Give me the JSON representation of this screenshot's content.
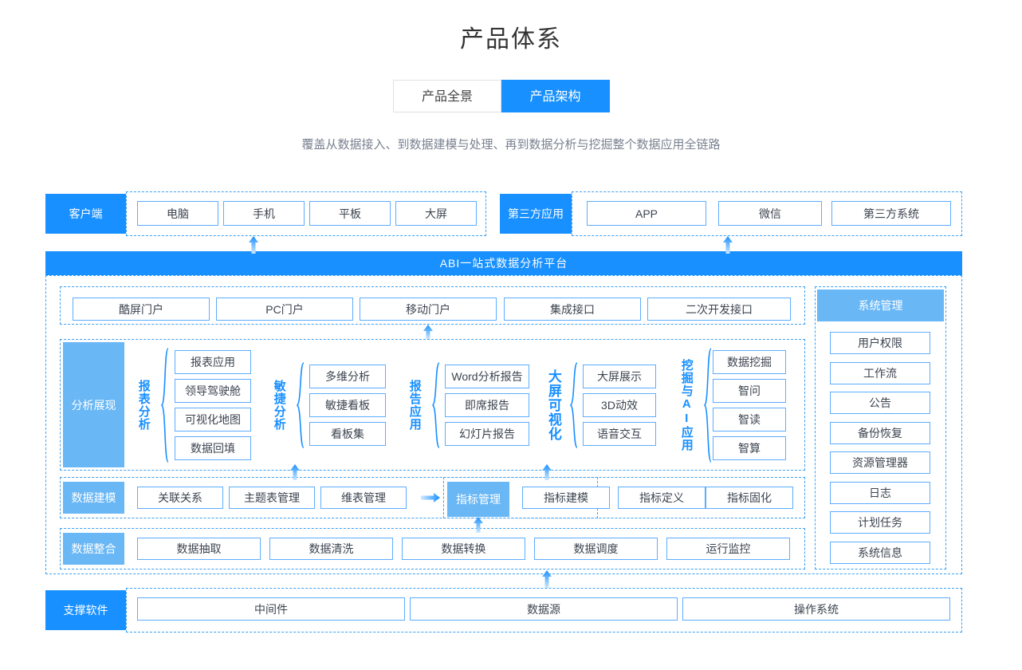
{
  "header": {
    "title": "产品体系",
    "tabs": [
      {
        "label": "产品全景",
        "active": false
      },
      {
        "label": "产品架构",
        "active": true
      }
    ],
    "subtitle": "覆盖从数据接入、到数据建模与处理、再到数据分析与挖掘整个数据应用全链路"
  },
  "colors": {
    "primary": "#1890ff",
    "soft": "#69b7f5",
    "box_border": "#5cadff",
    "dashed_border": "#3aa0f3",
    "text": "#3c4450",
    "subtitle": "#7a8190"
  },
  "layers": {
    "client": {
      "label": "客户端",
      "items": [
        "电脑",
        "手机",
        "平板",
        "大屏"
      ]
    },
    "third_party": {
      "label": "第三方应用",
      "items": [
        "APP",
        "微信",
        "第三方系统"
      ]
    },
    "platform": {
      "banner": "ABI一站式数据分析平台",
      "portal": {
        "items": [
          "酷屏门户",
          "PC门户",
          "移动门户",
          "集成接口",
          "二次开发接口"
        ]
      },
      "analysis": {
        "label": "分析展现",
        "groups": [
          {
            "name": "报表分析",
            "big": false,
            "items": [
              "报表应用",
              "领导驾驶舱",
              "可视化地图",
              "数据回填"
            ]
          },
          {
            "name": "敏捷分析",
            "big": false,
            "items": [
              "多维分析",
              "敏捷看板",
              "看板集"
            ]
          },
          {
            "name": "报告应用",
            "big": false,
            "items": [
              "Word分析报告",
              "即席报告",
              "幻灯片报告"
            ]
          },
          {
            "name": "大屏可视化",
            "big": true,
            "items": [
              "大屏展示",
              "3D动效",
              "语音交互"
            ]
          },
          {
            "name": "挖掘与AI应用",
            "big": false,
            "items": [
              "数据挖掘",
              "智问",
              "智读",
              "智算"
            ]
          }
        ]
      },
      "modeling": {
        "label": "数据建模",
        "items": [
          "关联关系",
          "主题表管理",
          "维表管理"
        ],
        "metric_label": "指标管理",
        "metric_items": [
          "指标建模",
          "指标定义",
          "指标固化"
        ]
      },
      "integration": {
        "label": "数据整合",
        "items": [
          "数据抽取",
          "数据清洗",
          "数据转换",
          "数据调度",
          "运行监控"
        ]
      },
      "system_management": {
        "label": "系统管理",
        "items": [
          "用户权限",
          "工作流",
          "公告",
          "备份恢复",
          "资源管理器",
          "日志",
          "计划任务",
          "系统信息"
        ]
      }
    },
    "support": {
      "label": "支撑软件",
      "items": [
        "中间件",
        "数据源",
        "操作系统"
      ]
    }
  }
}
